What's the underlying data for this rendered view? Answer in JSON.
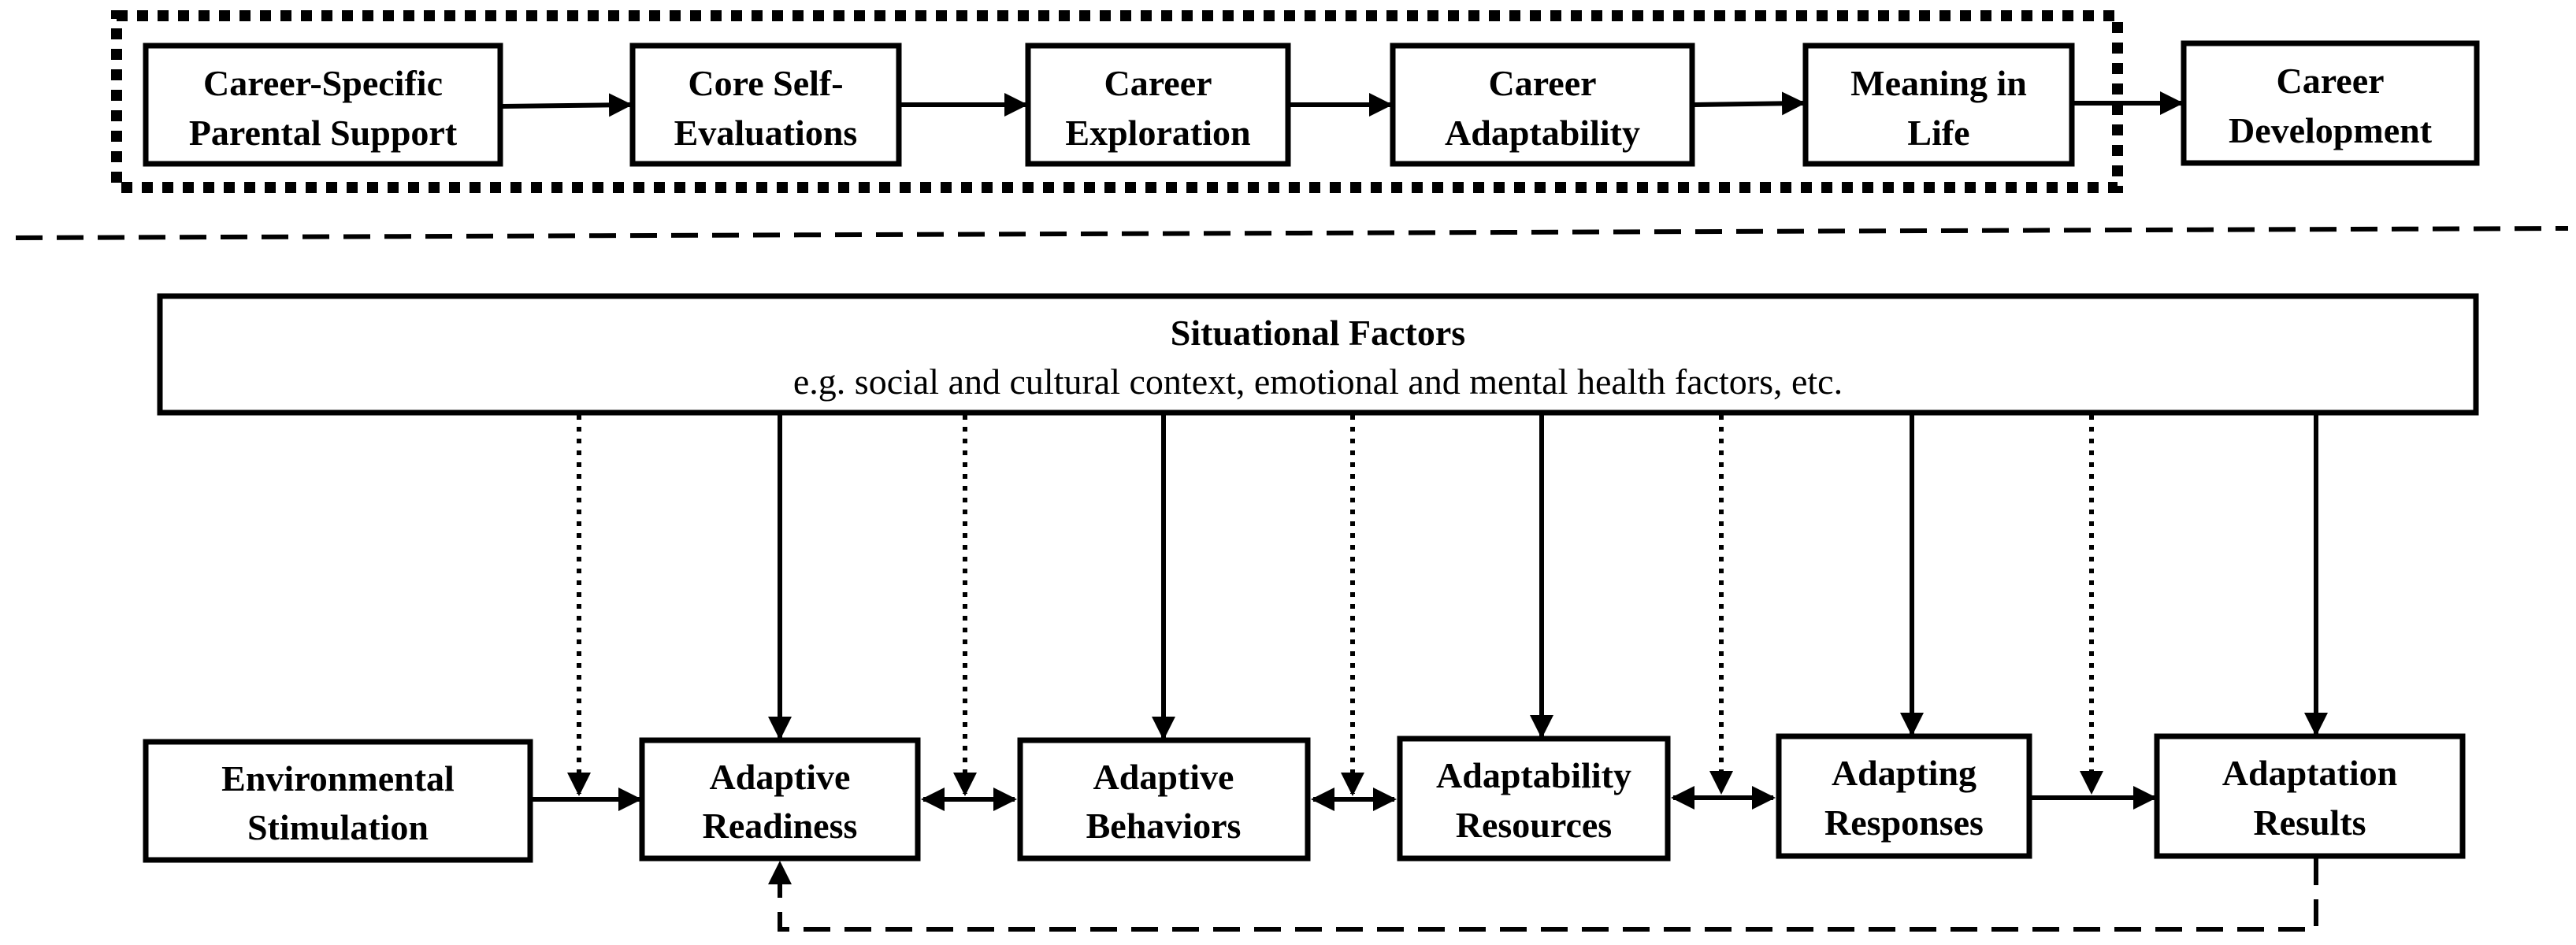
{
  "top_chain": {
    "nodes": [
      {
        "line1": "Career-Specific",
        "line2": "Parental Support"
      },
      {
        "line1": "Core Self-",
        "line2": "Evaluations"
      },
      {
        "line1": "Career",
        "line2": "Exploration"
      },
      {
        "line1": "Career",
        "line2": "Adaptability"
      },
      {
        "line1": "Meaning in",
        "line2": "Life"
      },
      {
        "line1": "Career",
        "line2": "Development"
      }
    ]
  },
  "situational": {
    "title": "Situational Factors",
    "subtitle": "e.g. social and cultural context, emotional and mental health factors, etc."
  },
  "bottom_chain": {
    "nodes": [
      {
        "line1": "Environmental",
        "line2": "Stimulation"
      },
      {
        "line1": "Adaptive",
        "line2": "Readiness"
      },
      {
        "line1": "Adaptive",
        "line2": "Behaviors"
      },
      {
        "line1": "Adaptability",
        "line2": "Resources"
      },
      {
        "line1": "Adapting",
        "line2": "Responses"
      },
      {
        "line1": "Adaptation",
        "line2": "Results"
      }
    ]
  }
}
